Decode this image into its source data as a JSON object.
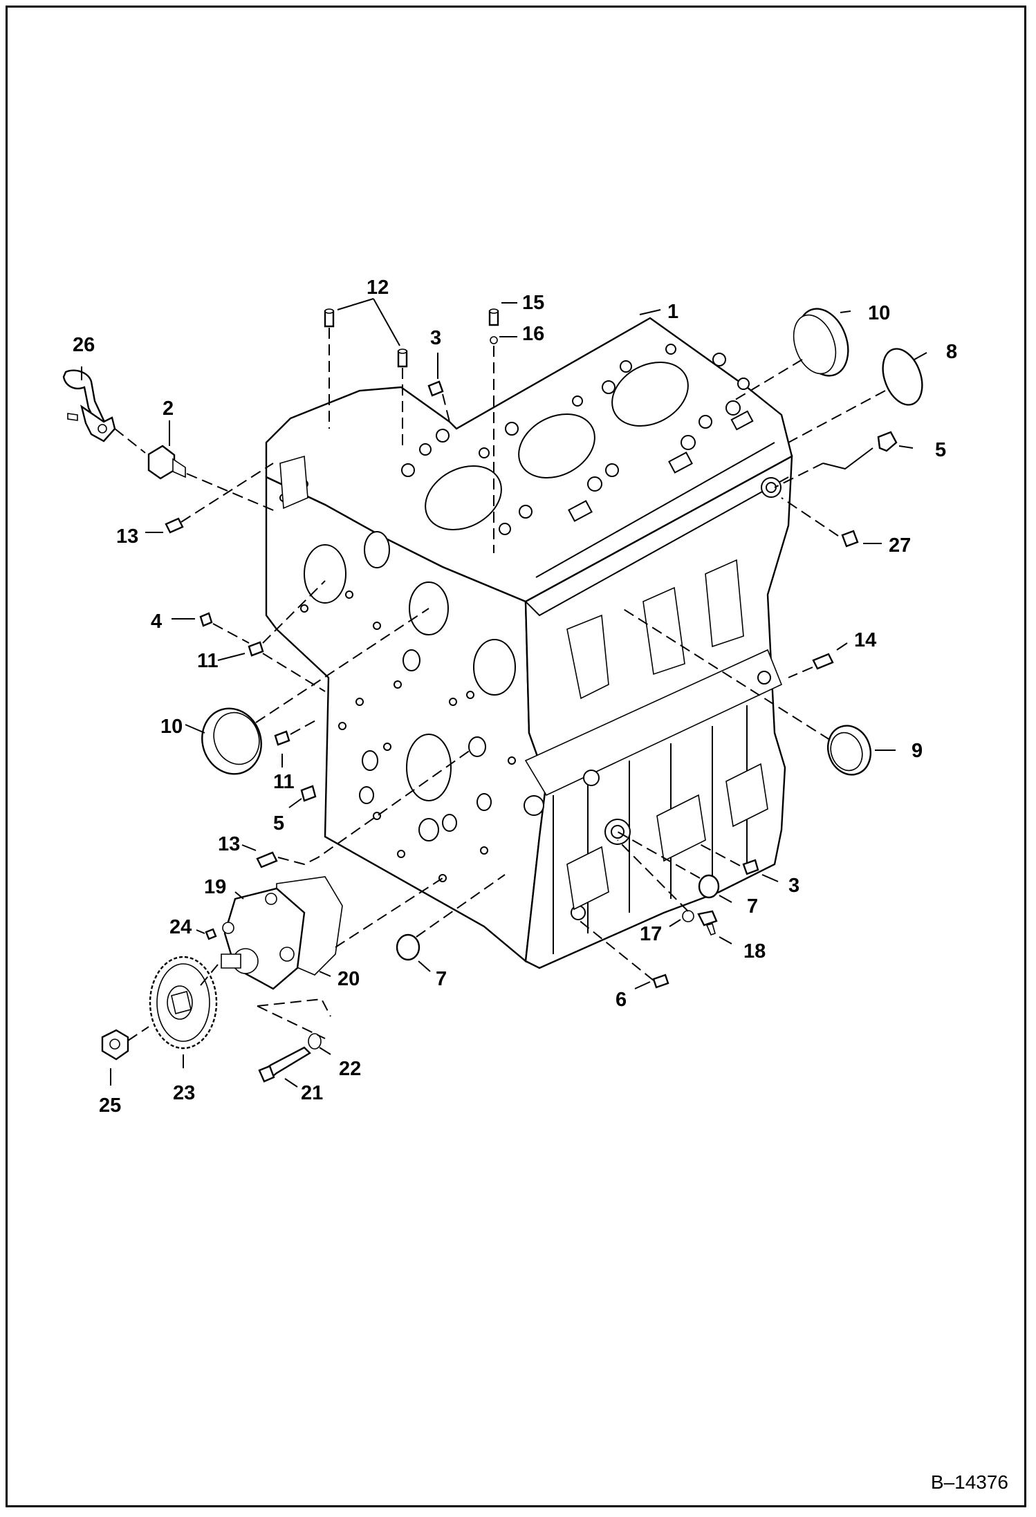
{
  "reference_code": "B–14376",
  "callouts": [
    {
      "id": "c12",
      "text": "12"
    },
    {
      "id": "c15",
      "text": "15"
    },
    {
      "id": "c1",
      "text": "1"
    },
    {
      "id": "c10a",
      "text": "10"
    },
    {
      "id": "c26",
      "text": "26"
    },
    {
      "id": "c3a",
      "text": "3"
    },
    {
      "id": "c16",
      "text": "16"
    },
    {
      "id": "c8",
      "text": "8"
    },
    {
      "id": "c2",
      "text": "2"
    },
    {
      "id": "c5a",
      "text": "5"
    },
    {
      "id": "c13a",
      "text": "13"
    },
    {
      "id": "c27",
      "text": "27"
    },
    {
      "id": "c4",
      "text": "4"
    },
    {
      "id": "c11a",
      "text": "11"
    },
    {
      "id": "c14",
      "text": "14"
    },
    {
      "id": "c10b",
      "text": "10"
    },
    {
      "id": "c9",
      "text": "9"
    },
    {
      "id": "c11b",
      "text": "11"
    },
    {
      "id": "c5b",
      "text": "5"
    },
    {
      "id": "c13b",
      "text": "13"
    },
    {
      "id": "c3b",
      "text": "3"
    },
    {
      "id": "c19",
      "text": "19"
    },
    {
      "id": "c7a",
      "text": "7"
    },
    {
      "id": "c24",
      "text": "24"
    },
    {
      "id": "c17",
      "text": "17"
    },
    {
      "id": "c18",
      "text": "18"
    },
    {
      "id": "c20",
      "text": "20"
    },
    {
      "id": "c7b",
      "text": "7"
    },
    {
      "id": "c6",
      "text": "6"
    },
    {
      "id": "c22",
      "text": "22"
    },
    {
      "id": "c23",
      "text": "23"
    },
    {
      "id": "c21",
      "text": "21"
    },
    {
      "id": "c25",
      "text": "25"
    }
  ]
}
